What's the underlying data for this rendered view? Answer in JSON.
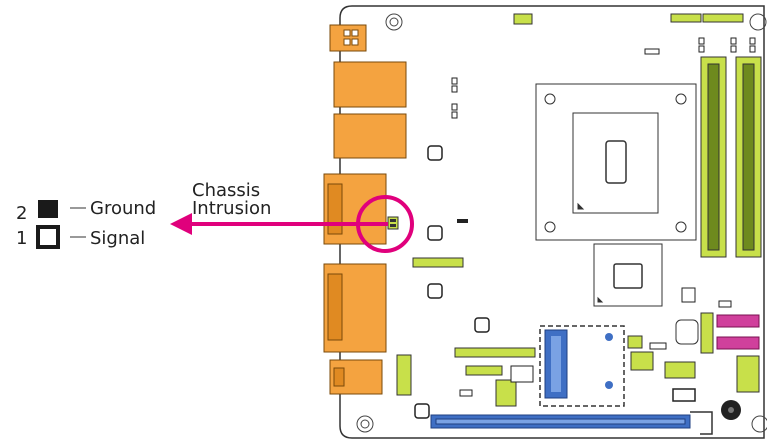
{
  "callout": {
    "title_line1": "Chassis",
    "title_line2": "Intrusion",
    "pin2_number": "2",
    "pin1_number": "1",
    "pin2_label": "Ground",
    "pin1_label": "Signal"
  },
  "colors": {
    "board_outline": "#333333",
    "connector_orange": "#f4a340",
    "header_green": "#c8e04a",
    "slot_blue": "#3f6fc4",
    "sata_magenta": "#d0409c",
    "highlight_magenta": "#e0007c",
    "arrow_magenta": "#e0007c"
  }
}
